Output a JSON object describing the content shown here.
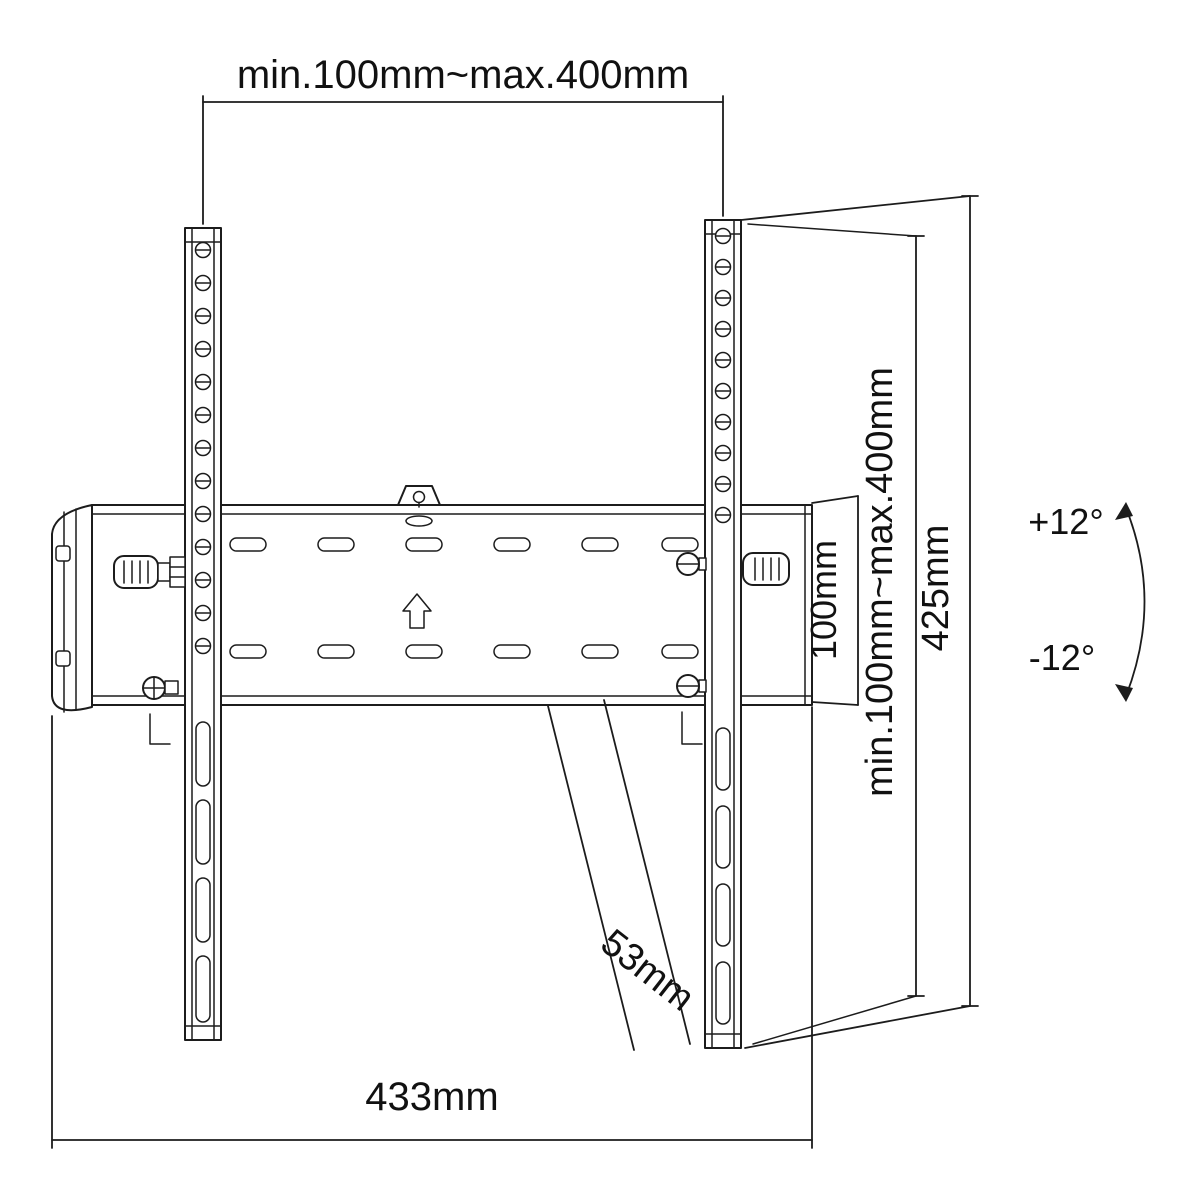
{
  "colors": {
    "line": "#1c1c1c",
    "text": "#111111",
    "background": "#ffffff"
  },
  "diagram": {
    "labels": {
      "top_width_range": "min.100mm~max.400mm",
      "plate_height": "100mm",
      "vesa_vertical_range": "min.100mm~max.400mm",
      "bracket_height": "425mm",
      "tilt_up": "+12°",
      "tilt_down": "-12°",
      "depth": "53mm",
      "total_width": "433mm"
    }
  }
}
